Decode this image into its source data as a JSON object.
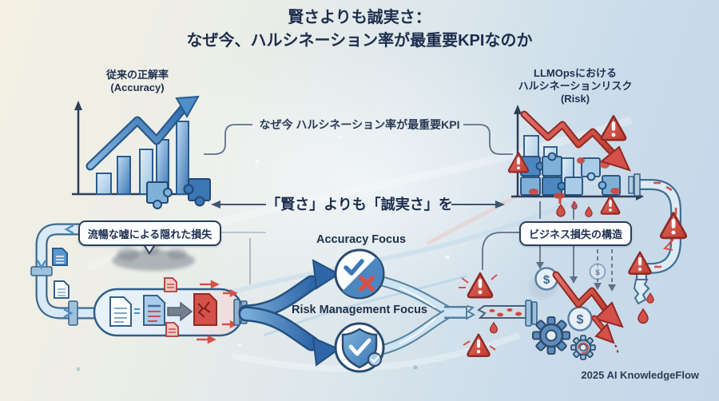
{
  "title": {
    "line1": "賢さよりも誠実さ：",
    "line2": "なぜ今、ハルシネーション率が最重要KPIなのか"
  },
  "left_chart": {
    "title": "従来の正解率",
    "subtitle": "(Accuracy)"
  },
  "right_chart": {
    "title_line1": "LLMOpsにおける",
    "title_line2": "ハルシネーションリスク",
    "subtitle": "(Risk)"
  },
  "kpi_banner": {
    "text": "なぜ今 ハルシネーション率が最重要KPI"
  },
  "slogan": {
    "text": "「賢さ」よりも「誠実さ」を"
  },
  "left_bubble": {
    "text": "流暢な嘘による隠れた損失"
  },
  "right_box": {
    "text": "ビジネス損失の構造"
  },
  "flow": {
    "accuracy_label": "Accuracy Focus",
    "risk_label": "Risk Management Focus"
  },
  "footer": {
    "credit": "2025 AI KnowledgeFlow"
  },
  "glyphs": {
    "dollar": "$"
  },
  "colors": {
    "navy_text": "#1d2d4d",
    "accent_blue": "#3b76b5",
    "light_blue": "#a9cce9",
    "risk_red": "#d6504a",
    "pipe_fill": "#d9e9f5",
    "pipe_stroke": "#3d6a92"
  }
}
